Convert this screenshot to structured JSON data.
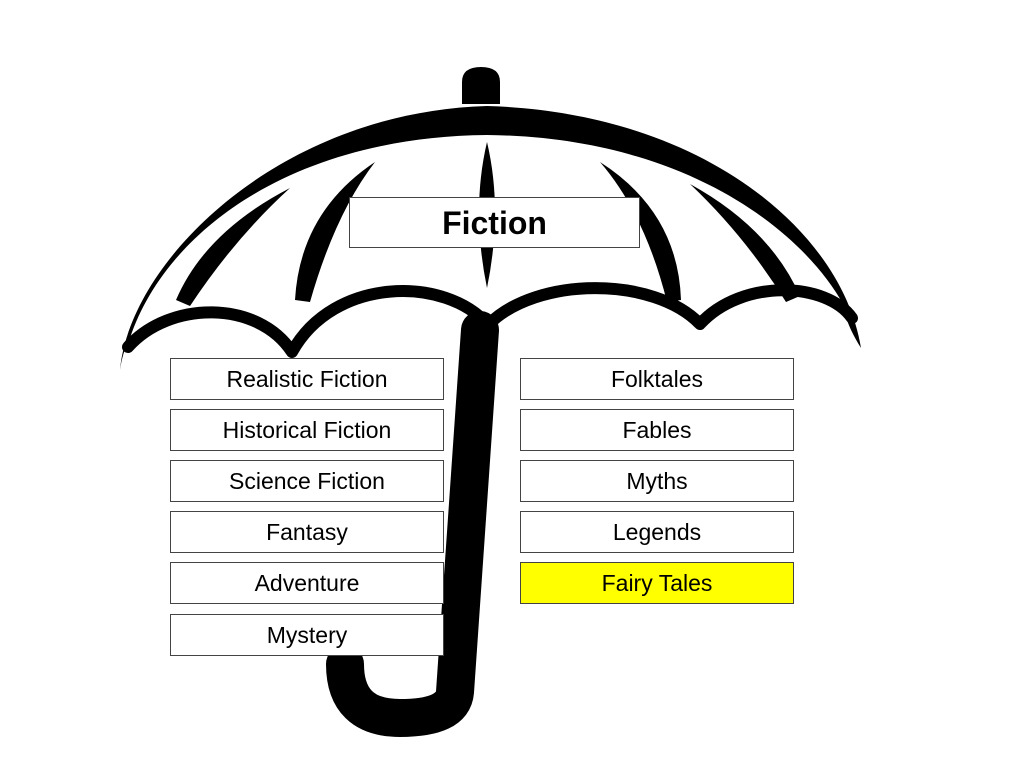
{
  "diagram": {
    "title": "Fiction",
    "left_items": [
      {
        "label": "Realistic Fiction"
      },
      {
        "label": "Historical Fiction"
      },
      {
        "label": "Science Fiction"
      },
      {
        "label": "Fantasy"
      },
      {
        "label": "Adventure"
      },
      {
        "label": "Mystery"
      }
    ],
    "right_items": [
      {
        "label": "Folktales"
      },
      {
        "label": "Fables"
      },
      {
        "label": "Myths"
      },
      {
        "label": "Legends"
      },
      {
        "label": "Fairy Tales",
        "highlighted": true
      }
    ]
  },
  "colors": {
    "background": "#ffffff",
    "umbrella": "#000000",
    "box_border": "#444444",
    "highlight": "#ffff00"
  },
  "icons": {
    "umbrella": "umbrella-icon"
  }
}
